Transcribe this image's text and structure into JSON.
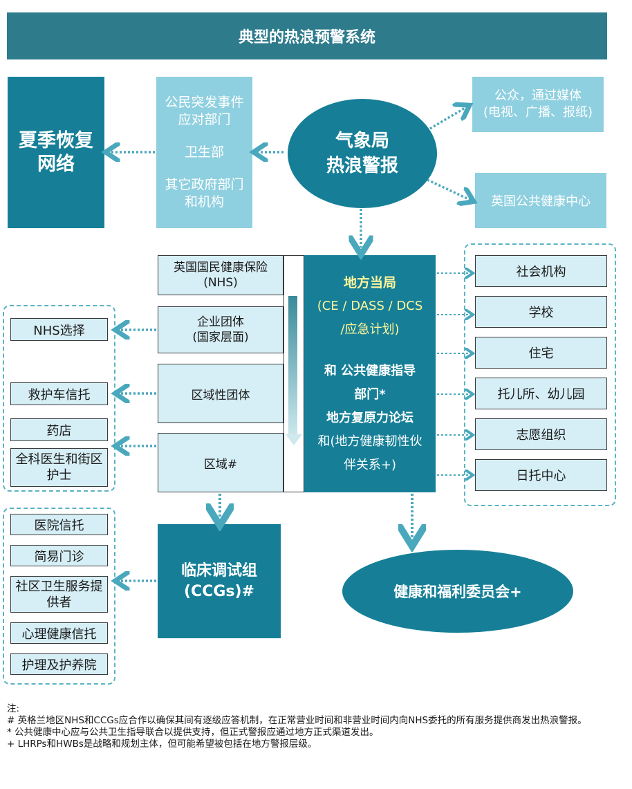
{
  "title": "典型的热浪预警系统",
  "summer_network": [
    "夏季恢复",
    "网络"
  ],
  "civil_dept": {
    "line1": "公民突发事件",
    "line2": "应对部门",
    "health_dept": "卫生部",
    "line3": "其它政府部门",
    "line4": "和机构"
  },
  "met_office": [
    "气象局",
    "热浪警报"
  ],
  "public_media": [
    "公众，通过媒体",
    "(电视、广播、报纸)"
  ],
  "phe": "英国公共健康中心",
  "nhs_chain": [
    [
      "英国国民健康保险",
      "(NHS)"
    ],
    [
      "企业团体",
      "(国家层面)"
    ],
    [
      "区域性团体"
    ],
    [
      "区域#"
    ]
  ],
  "local_authority": {
    "line1": "地方当局",
    "line2": "(CE / DASS / DCS",
    "line3": "/应急计划)",
    "line4": "和 公共健康指导",
    "line5": "部门*",
    "line6": "地方复原力论坛",
    "line7": "和(地方健康韧性伙",
    "line8": "伴关系+)"
  },
  "right_targets": [
    "社会机构",
    "学校",
    "住宅",
    "托儿所、幼儿园",
    "志愿组织",
    "日托中心"
  ],
  "left_top_group": [
    "NHS选择",
    "救护车信托",
    "药店",
    "全科医生和街区护士"
  ],
  "ccg": [
    "临床调试组",
    "(CCGs)#"
  ],
  "hwb": "健康和福利委员会+",
  "left_bottom_group": [
    "医院信托",
    "简易门诊",
    "社区卫生服务提供者",
    "心理健康信托",
    "护理及护养院"
  ],
  "notes": [
    "注:",
    "# 英格兰地区NHS和CCGs应合作以确保其间有逐级应答机制，在正常营业时间和非营业时间内向NHS委托的所有服务提供商发出热浪警报。",
    "* 公共健康中心应与公共卫生指导联合以提供支持，但正式警报应通过地方正式渠道发出。",
    "+ LHRPs和HWBs是战略和规划主体，但可能希望被包括在地方警报层级。"
  ],
  "colors": {
    "dark_teal": "#167f97",
    "title_teal": "#2e7b8c",
    "mid_teal": "#8fd0e0",
    "light_box": "#d6eef5",
    "arrow": "#4aa8bd",
    "highlight": "#fff59a"
  }
}
